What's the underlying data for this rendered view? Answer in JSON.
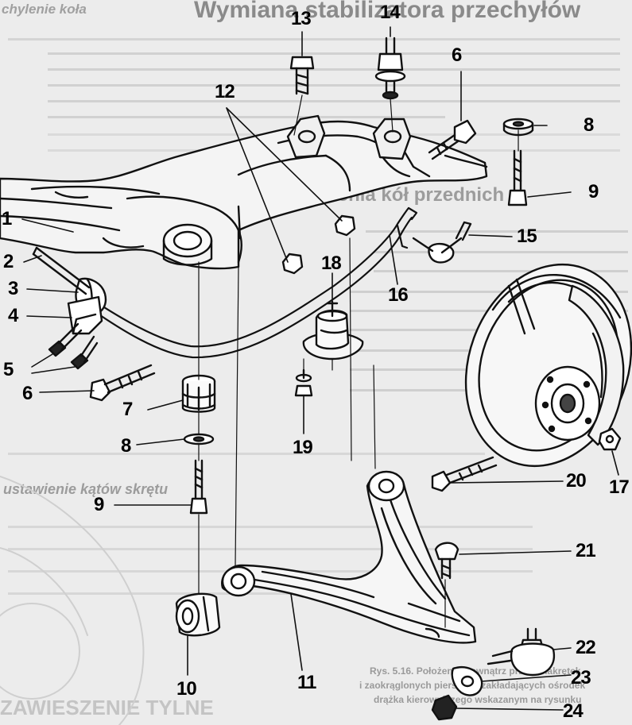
{
  "background": {
    "title_top": "Wymiana stabilizatora przechyłów",
    "title_corner": "chylenie koła",
    "heading_mid": "Regulacja ustawienia kół przednich",
    "heading_lower": "ustawienie kątów skrętu",
    "footer_word": "ZAWIESZENIE TYLNE"
  },
  "caption": {
    "line1": "Rys. 5.16. Położenie wewnątrz przecwnakrętek",
    "line2": "i zaokrąglonych pierścieni zakładających ośrodek",
    "line3": "drążka kierowniczego wskazanym na rysunku"
  },
  "part_labels": [
    "1",
    "2",
    "3",
    "4",
    "5",
    "6",
    "6",
    "7",
    "8",
    "8",
    "9",
    "9",
    "10",
    "11",
    "12",
    "13",
    "14",
    "15",
    "16",
    "17",
    "18",
    "19",
    "20",
    "21",
    "22",
    "23",
    "24"
  ],
  "colors": {
    "ink": "#111111",
    "paper": "#ececec",
    "ghost_text": "#b5b5b5"
  }
}
